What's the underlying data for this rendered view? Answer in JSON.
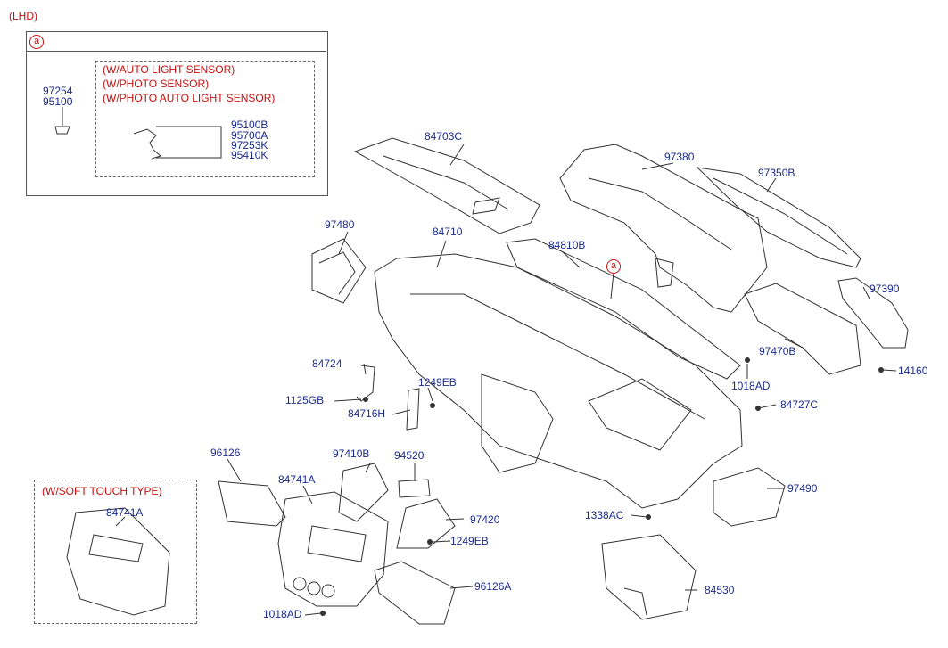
{
  "header": {
    "variant": "(LHD)"
  },
  "detail_box": {
    "marker": "a",
    "standalone_parts": [
      "97254",
      "95100"
    ],
    "option_notes": [
      "(W/AUTO LIGHT SENSOR)",
      "(W/PHOTO SENSOR)",
      "(W/PHOTO  AUTO LIGHT SENSOR)"
    ],
    "sensor_parts": [
      "95100B",
      "95700A",
      "97253K",
      "95410K"
    ]
  },
  "soft_touch_box": {
    "note": "(W/SOFT TOUCH TYPE)",
    "part": "84741A"
  },
  "dash_marker": "a",
  "parts": {
    "p84703C": "84703C",
    "p97380": "97380",
    "p97350B": "97350B",
    "p97480": "97480",
    "p84710": "84710",
    "p84810B": "84810B",
    "p97390": "97390",
    "p97470B": "97470B",
    "p14160": "14160",
    "p84724": "84724",
    "p1249EB_a": "1249EB",
    "p1018AD_a": "1018AD",
    "p1125GB": "1125GB",
    "p84716H": "84716H",
    "p84727C": "84727C",
    "p96126": "96126",
    "p97410B": "97410B",
    "p94520": "94520",
    "p84741A": "84741A",
    "p97490": "97490",
    "p97420": "97420",
    "p1338AC": "1338AC",
    "p1249EB_b": "1249EB",
    "p96126A": "96126A",
    "p84530": "84530",
    "p1018AD_b": "1018AD"
  }
}
